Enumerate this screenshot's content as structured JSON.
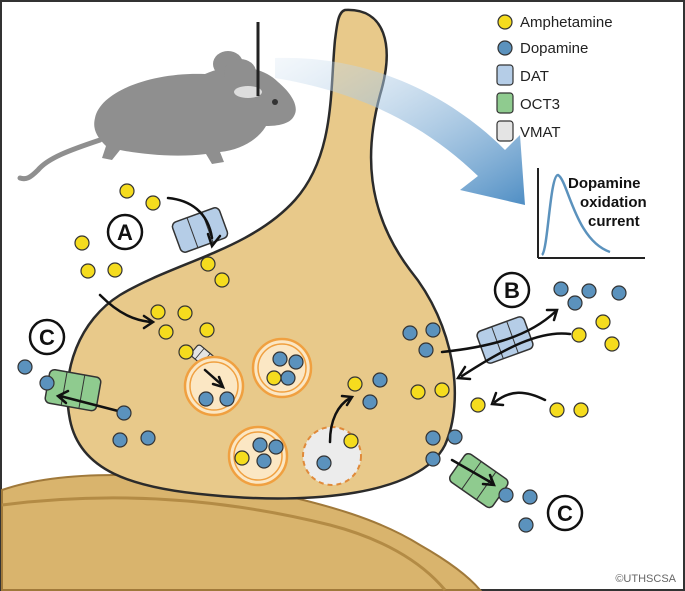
{
  "legend": {
    "amphetamine": "Amphetamine",
    "dopamine": "Dopamine",
    "dat": "DAT",
    "oct3": "OCT3",
    "vmat": "VMAT"
  },
  "plot": {
    "line1": "Dopamine",
    "line2": "oxidation",
    "line3": "current"
  },
  "labels": {
    "a": "A",
    "b": "B",
    "c1": "C",
    "c2": "C"
  },
  "credit": "©UTHSCSA",
  "colors": {
    "amphetamine": "#f5dc1e",
    "dopamine": "#5b92bd",
    "dat": "#b5cde7",
    "oct3": "#8fcb8f",
    "vmat": "#e4e4e4",
    "neuron": "#e8c98a",
    "vesicle": "#f0a040"
  }
}
